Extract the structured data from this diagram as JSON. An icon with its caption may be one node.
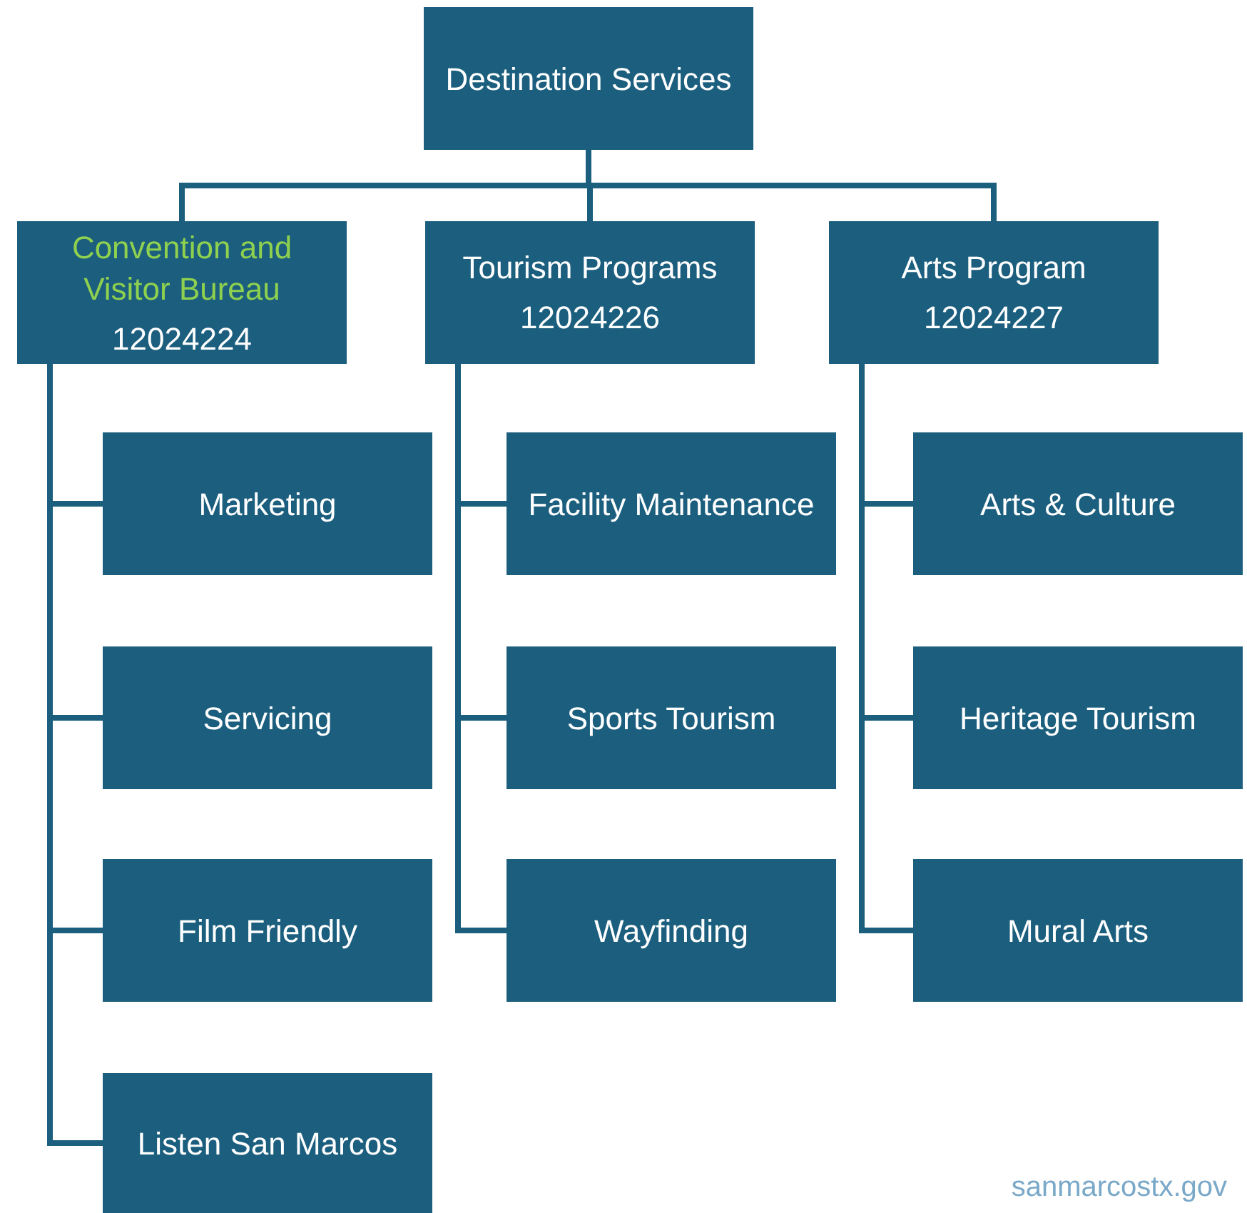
{
  "diagram": {
    "nodes": [
      {
        "text": [
          "Destination Services"
        ]
      },
      {
        "text": [
          "Convention and Visitor Bureau",
          "12024224"
        ]
      },
      {
        "text": [
          "Tourism Programs",
          "12024226"
        ]
      },
      {
        "text": [
          "Arts Program",
          "12024227"
        ]
      },
      {
        "text": [
          "Marketing"
        ]
      },
      {
        "text": [
          "Servicing"
        ]
      },
      {
        "text": [
          "Film Friendly"
        ]
      },
      {
        "text": [
          "Listen San Marcos"
        ]
      },
      {
        "text": [
          "Facility Maintenance"
        ]
      },
      {
        "text": [
          "Sports Tourism"
        ]
      },
      {
        "text": [
          "Wayfinding"
        ]
      },
      {
        "text": [
          "Arts & Culture"
        ]
      },
      {
        "text": [
          "Heritage Tourism"
        ]
      },
      {
        "text": [
          "Mural Arts"
        ]
      }
    ],
    "edges": [
      {
        "from": 0,
        "to": 1,
        "arrow": "none"
      },
      {
        "from": 0,
        "to": 2,
        "arrow": "none"
      },
      {
        "from": 0,
        "to": 3,
        "arrow": "none"
      },
      {
        "from": 1,
        "to": 4,
        "arrow": "none"
      },
      {
        "from": 1,
        "to": 5,
        "arrow": "none"
      },
      {
        "from": 1,
        "to": 6,
        "arrow": "none"
      },
      {
        "from": 1,
        "to": 7,
        "arrow": "none"
      },
      {
        "from": 2,
        "to": 8,
        "arrow": "none"
      },
      {
        "from": 2,
        "to": 9,
        "arrow": "none"
      },
      {
        "from": 2,
        "to": 10,
        "arrow": "none"
      },
      {
        "from": 3,
        "to": 11,
        "arrow": "none"
      },
      {
        "from": 3,
        "to": 12,
        "arrow": "none"
      },
      {
        "from": 3,
        "to": 13,
        "arrow": "none"
      }
    ],
    "labels": [
      "sanmarcostx.gov"
    ]
  }
}
